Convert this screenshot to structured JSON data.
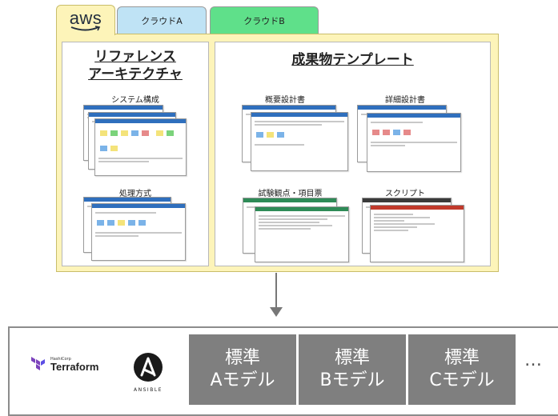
{
  "tabs": {
    "aws_logo": "aws",
    "cloud_a": "クラウドA",
    "cloud_b": "クラウドB"
  },
  "reference": {
    "title_line1": "リファレンス",
    "title_line2": "アーキテクチャ",
    "system": "システム構成",
    "processing": "処理方式"
  },
  "templates": {
    "title": "成果物テンプレート",
    "overview": "概要設計書",
    "detail": "詳細設計書",
    "test": "試験観点・項目票",
    "script": "スクリプト"
  },
  "tools": {
    "terraform_vendor": "HashiCorp",
    "terraform": "Terraform",
    "ansible": "ANSIBLE"
  },
  "models": [
    {
      "line1": "標準",
      "line2": "Aモデル"
    },
    {
      "line1": "標準",
      "line2": "Bモデル"
    },
    {
      "line1": "標準",
      "line2": "Cモデル"
    }
  ],
  "ellipsis": "…",
  "colors": {
    "panel_yellow": "#fdf4b9",
    "tab_cloud_a": "#bfe3f5",
    "tab_cloud_b": "#5fe08a",
    "model_gray": "#7f7f7f",
    "terraform_purple": "#7b42bc"
  }
}
